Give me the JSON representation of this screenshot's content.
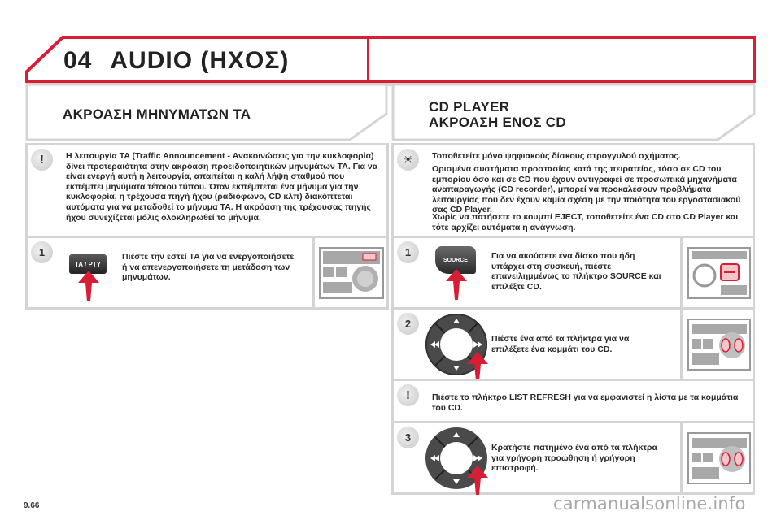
{
  "header": {
    "chapter_number": "04",
    "chapter_title": "AUDIO (ΗΧΟΣ)",
    "accent_color": "#d81e35"
  },
  "left": {
    "section_title": "ΑΚΡΟΑΣΗ ΜΗΝΥΜΑΤΩΝ TA",
    "warning": {
      "icon": "exclamation-icon",
      "text": "Η λειτουργία TA (Traffic Announcement - Ανακοινώσεις για την κυκλοφορία) δίνει προτεραιότητα στην ακρόαση προειδοποιητικών μηνυμάτων TA. Για να είναι ενεργή αυτή η λειτουργία, απαιτείται η καλή λήψη σταθμού που εκπέμπει μηνύματα τέτοιου τύπου. Όταν εκπέμπεται ένα μήνυμα για την κυκλοφορία, η τρέχουσα πηγή ήχου (ραδιόφωνο, CD κλπ) διακόπτεται αυτόματα για να μεταδοθεί το μήνυμα TA. Η ακρόαση της τρέχουσας πηγής ήχου συνεχίζεται μόλις ολοκληρωθεί το μήνυμα."
    },
    "step1": {
      "number": "1",
      "button_label": "TA / PTY",
      "text": "Πιέστε την εστεί TA για να ενεργοποιήσετε ή να απενεργοποιήσετε τη μετάδοση των μηνυμάτων."
    }
  },
  "right": {
    "section_title_line1": "CD PLAYER",
    "section_title_line2": "ΑΚΡΟΑΣΗ ΕΝΟΣ CD",
    "tip": {
      "icon": "lightbulb-icon",
      "para1": "Τοποθετείτε μόνο ψηφιακούς δίσκους στρογγυλού σχήματος.",
      "para2": "Ορισμένα συστήματα προστασίας κατά της πειρατείας, τόσο σε CD του εμπορίου όσο και σε CD που έχουν αντιγραφεί σε προσωπικά μηχανήματα αναπαραγωγής (CD recorder), μπορεί να προκαλέσουν προβλήματα λειτουργίας που δεν έχουν καμία σχέση με την ποιότητα του εργοστασιακού σας CD Player.",
      "para3": "Χωρίς να πατήσετε το κουμπί EJECT, τοποθετείτε ένα CD στο CD Player και τότε αρχίζει αυτόματα η ανάγνωση."
    },
    "step1": {
      "number": "1",
      "button_label": "SOURCE",
      "text": "Για να ακούσετε ένα δίσκο που ήδη υπάρχει στη συσκευή, πιέστε επανειλημμένως το πλήκτρο SOURCE και επιλέξτε CD."
    },
    "step2": {
      "number": "2",
      "text": "Πιέστε ένα από τα πλήκτρα για να επιλέξετε ένα κομμάτι του CD."
    },
    "warning": {
      "icon": "exclamation-icon",
      "text": "Πιέστε το πλήκτρο LIST REFRESH για να εμφανιστεί η λίστα με τα κομμάτια του CD."
    },
    "step3": {
      "number": "3",
      "text": "Κρατήστε πατημένο ένα από τα πλήκτρα για γρήγορη προώθηση ή γρήγορη επιστροφή."
    }
  },
  "footer": {
    "page_number": "9.66",
    "watermark": "carmanualsonline.info"
  }
}
